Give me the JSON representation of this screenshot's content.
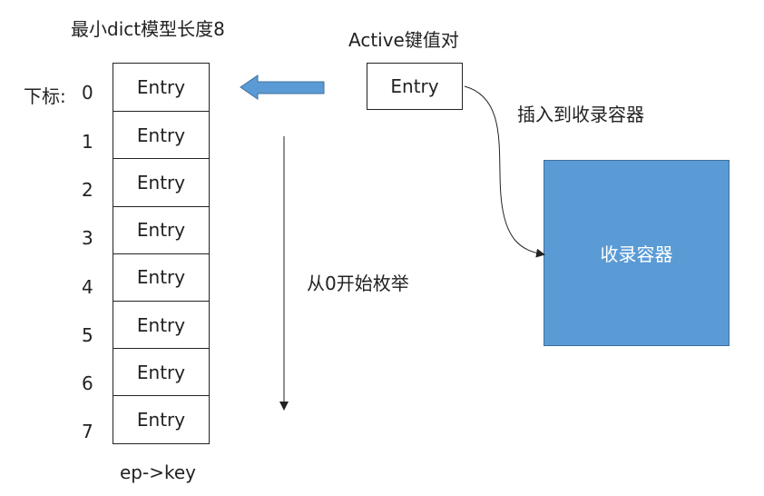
{
  "title": "最小dict模型长度8",
  "active_title": "Active键值对",
  "active_entry": "Entry",
  "index_prefix": "下标:",
  "indices": [
    "0",
    "1",
    "2",
    "3",
    "4",
    "5",
    "6",
    "7"
  ],
  "entries": [
    "Entry",
    "Entry",
    "Entry",
    "Entry",
    "Entry",
    "Entry",
    "Entry",
    "Entry"
  ],
  "footer": "ep->key",
  "enum_label": "从0开始枚举",
  "insert_label": "插入到收录容器",
  "container_label": "收录容器",
  "colors": {
    "container_fill": "#5b9bd5",
    "container_border": "#41719c",
    "arrow_fill": "#5b9bd5",
    "arrow_border": "#41719c",
    "line": "#222222"
  }
}
